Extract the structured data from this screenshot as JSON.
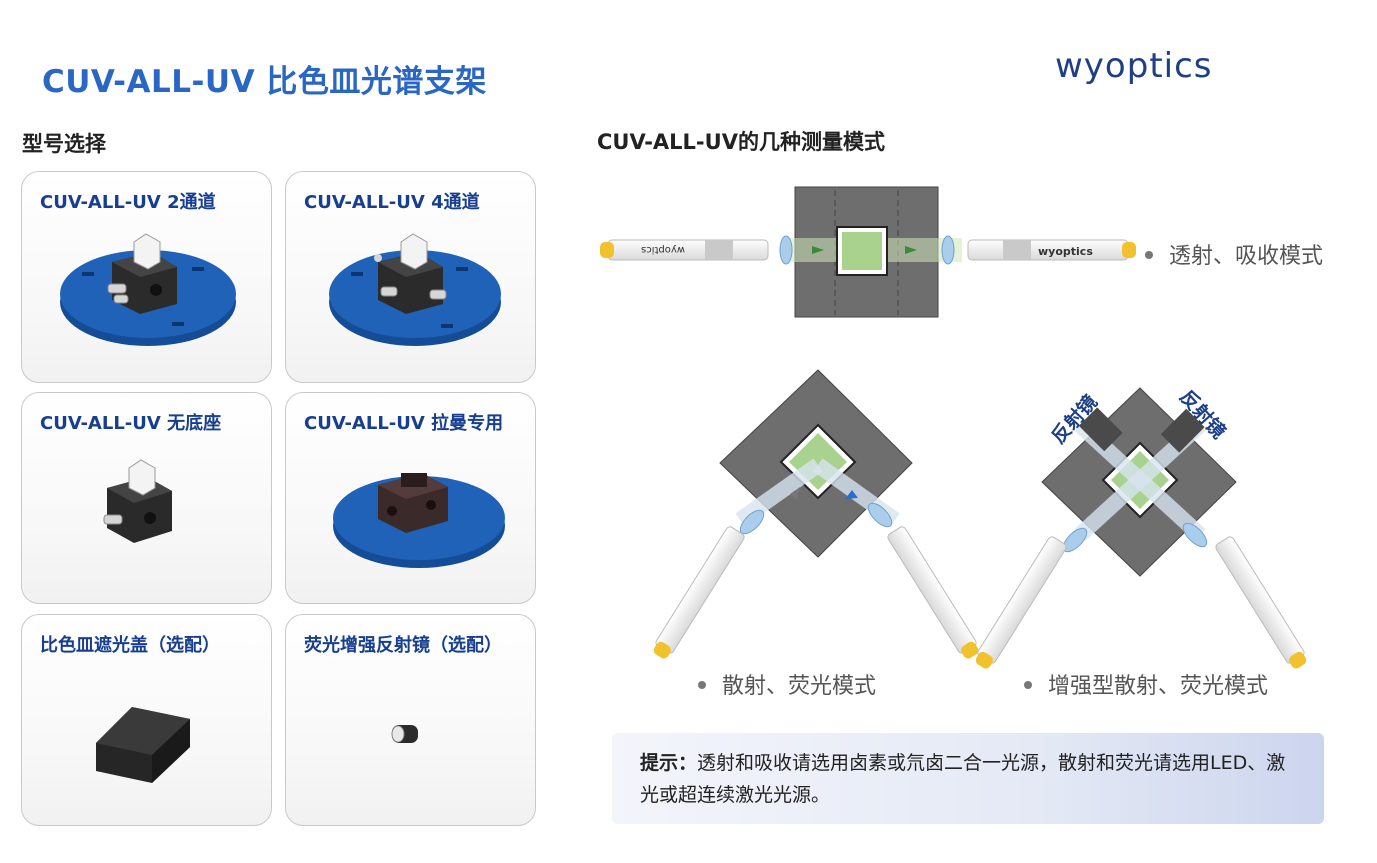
{
  "header": {
    "title": "CUV-ALL-UV 比色皿光谱支架",
    "brand": "wyoptics"
  },
  "left": {
    "heading": "型号选择",
    "cards": [
      {
        "label": "CUV-ALL-UV  2通道"
      },
      {
        "label": "CUV-ALL-UV  4通道"
      },
      {
        "label": "CUV-ALL-UV  无底座"
      },
      {
        "label": "CUV-ALL-UV  拉曼专用"
      },
      {
        "label": "比色皿遮光盖（选配）"
      },
      {
        "label": "荧光增强反射镜（选配）"
      }
    ]
  },
  "right": {
    "heading": "CUV-ALL-UV的几种测量模式",
    "modes": [
      {
        "label": "透射、吸收模式"
      },
      {
        "label": "散射、荧光模式"
      },
      {
        "label": "增强型散射、荧光模式"
      }
    ],
    "mirror_labels": [
      "反射镜",
      "反射镜"
    ],
    "fiber_text": "wyoptics",
    "tip": {
      "prefix": "提示：",
      "text": "透射和吸收请选用卤素或氘卤二合一光源，散射和荧光请选用LED、激光或超连续激光光源。"
    }
  },
  "colors": {
    "title_blue": "#2a67c5",
    "label_navy": "#173e8f",
    "base_blue": "#1c5cb0",
    "block_gray": "#6d6d6d",
    "cuvette_green": "#bfe0a8",
    "fiber_tip_yellow": "#f2c12e"
  }
}
